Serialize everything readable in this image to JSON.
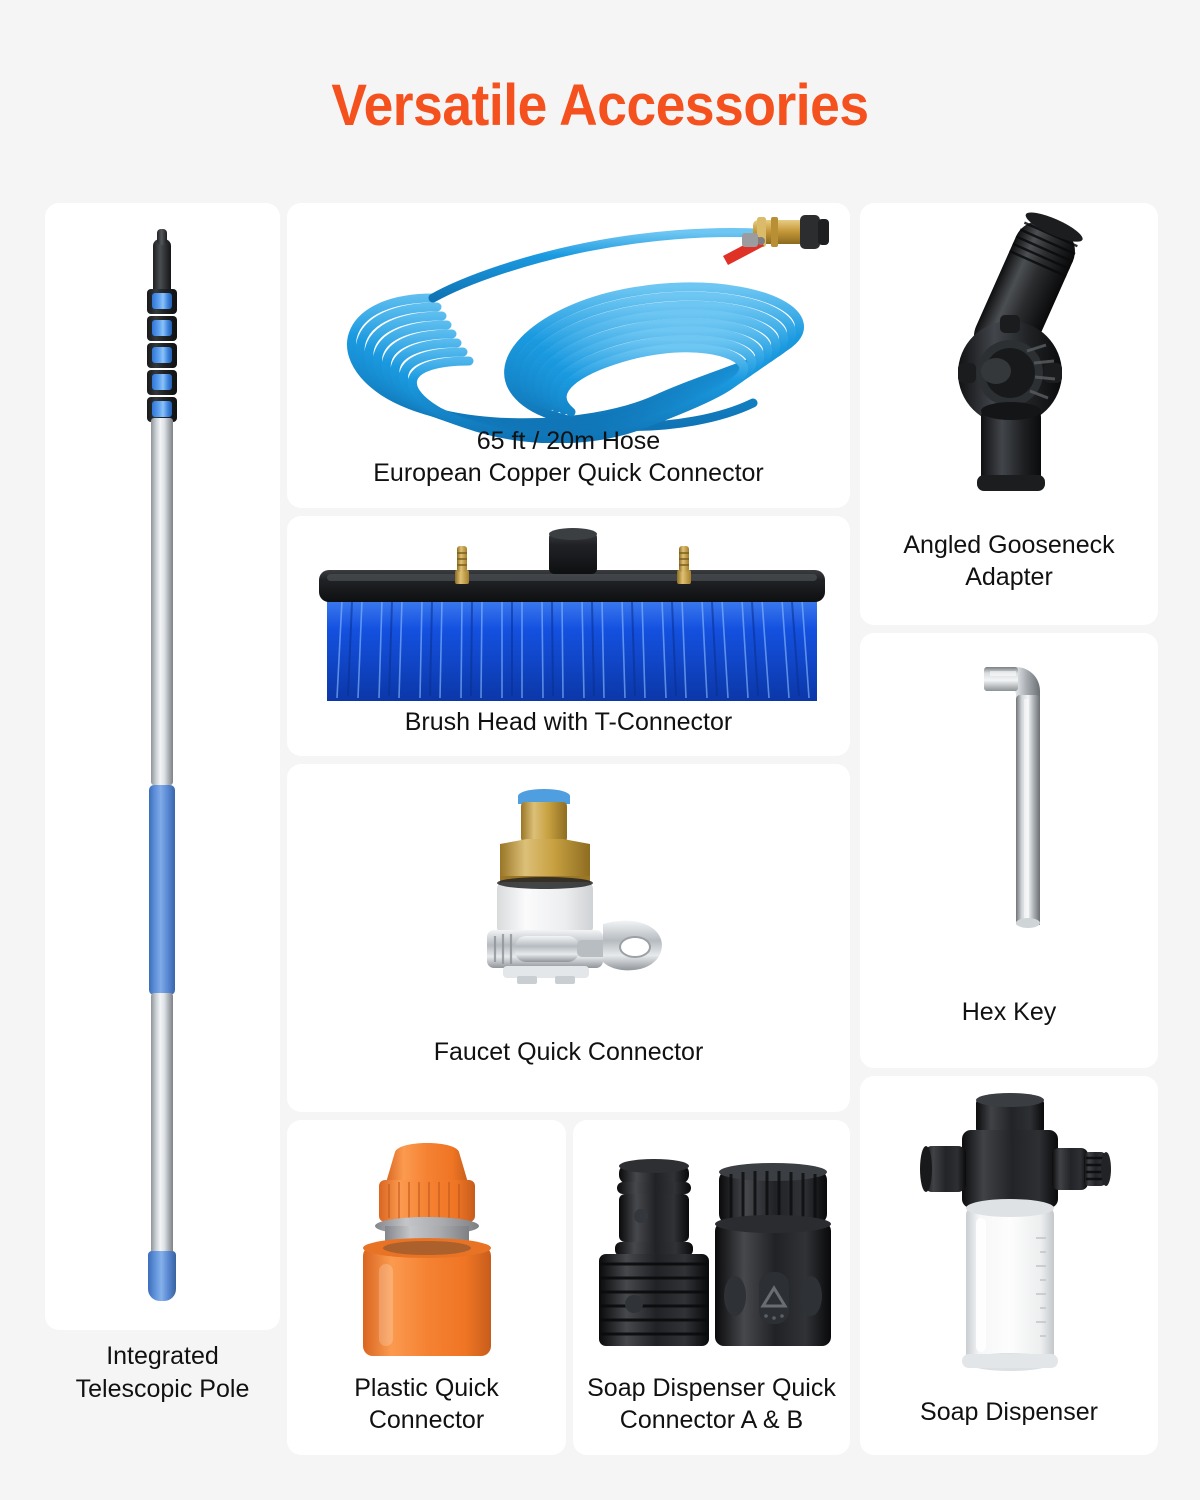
{
  "page": {
    "title": "Versatile Accessories",
    "title_color": "#f4511e",
    "background": "#f5f5f5",
    "card_background": "#ffffff",
    "text_color": "#111111"
  },
  "accessories": [
    {
      "id": "telescopic-pole",
      "label": "Integrated\nTelescopic Pole",
      "label_position": "outside-below",
      "colors": {
        "shaft": "#c9ced3",
        "grip": "#5e8fd8",
        "tip": "#1d1f21",
        "collar": "#17191b"
      }
    },
    {
      "id": "hose",
      "label": "65 ft / 20m Hose\nEuropean Copper Quick Connector",
      "label_position": "inside-bottom",
      "colors": {
        "hose": "#1b9ae0",
        "connector": "#c79a3a",
        "lever": "#e03127"
      }
    },
    {
      "id": "gooseneck-adapter",
      "label": "Angled Gooseneck\nAdapter",
      "label_position": "inside-bottom",
      "colors": {
        "body": "#232527"
      }
    },
    {
      "id": "brush-head",
      "label": "Brush Head with T-Connector",
      "label_position": "inside-bottom",
      "colors": {
        "body": "#19191b",
        "bristles": "#1451e0",
        "nozzle": "#c9a23c"
      }
    },
    {
      "id": "faucet-quick-connector",
      "label": "Faucet Quick Connector",
      "label_position": "inside-bottom",
      "colors": {
        "cap": "#4f9fe0",
        "brass": "#c7a040",
        "plastic": "#f2f2f2",
        "clamp": "#b9bec3"
      }
    },
    {
      "id": "hex-key",
      "label": "Hex Key",
      "label_position": "inside-bottom",
      "colors": {
        "metal": "#9aa0a6"
      }
    },
    {
      "id": "plastic-quick-connector",
      "label": "Plastic Quick\nConnector",
      "label_position": "inside-bottom",
      "colors": {
        "body": "#f58233",
        "collar": "#a9a9ad"
      }
    },
    {
      "id": "soap-dispenser-quick-connector-ab",
      "label": "Soap Dispenser Quick\nConnector A & B",
      "label_position": "inside-bottom",
      "colors": {
        "body": "#1a1a1c"
      }
    },
    {
      "id": "soap-dispenser",
      "label": "Soap Dispenser",
      "label_position": "inside-bottom",
      "colors": {
        "head": "#1d1d1f",
        "bottle": "#eef0f1"
      }
    }
  ]
}
